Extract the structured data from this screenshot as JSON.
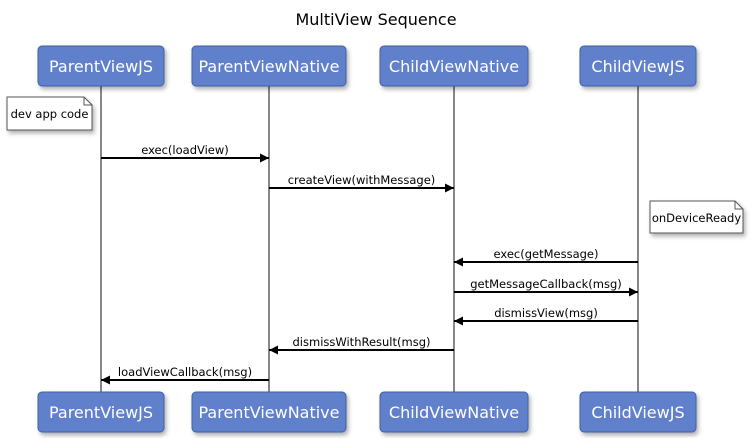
{
  "diagram": {
    "title": "MultiView Sequence",
    "participants": [
      {
        "id": "pjs",
        "label": "ParentViewJS"
      },
      {
        "id": "pnat",
        "label": "ParentViewNative"
      },
      {
        "id": "cnat",
        "label": "ChildViewNative"
      },
      {
        "id": "cjs",
        "label": "ChildViewJS"
      }
    ],
    "messages": [
      {
        "from": "pjs",
        "to": "pnat",
        "label": "exec(loadView)"
      },
      {
        "from": "pnat",
        "to": "cnat",
        "label": "createView(withMessage)"
      },
      {
        "from": "cjs",
        "to": "cnat",
        "label": "exec(getMessage)"
      },
      {
        "from": "cnat",
        "to": "cjs",
        "label": "getMessageCallback(msg)"
      },
      {
        "from": "cjs",
        "to": "cnat",
        "label": "dismissView(msg)"
      },
      {
        "from": "cnat",
        "to": "pnat",
        "label": "dismissWithResult(msg)"
      },
      {
        "from": "pnat",
        "to": "pjs",
        "label": "loadViewCallback(msg)"
      }
    ],
    "notes": [
      {
        "participant": "pjs",
        "label": "dev app code"
      },
      {
        "participant": "cjs",
        "label": "onDeviceReady"
      }
    ],
    "colors": {
      "box_fill": "#6080cc",
      "box_border": "#3f5fa9",
      "box_text": "#ffffff",
      "lifeline": "#888888",
      "arrow": "#000000",
      "note_fill": "#ffffff",
      "note_border": "#555555"
    }
  }
}
